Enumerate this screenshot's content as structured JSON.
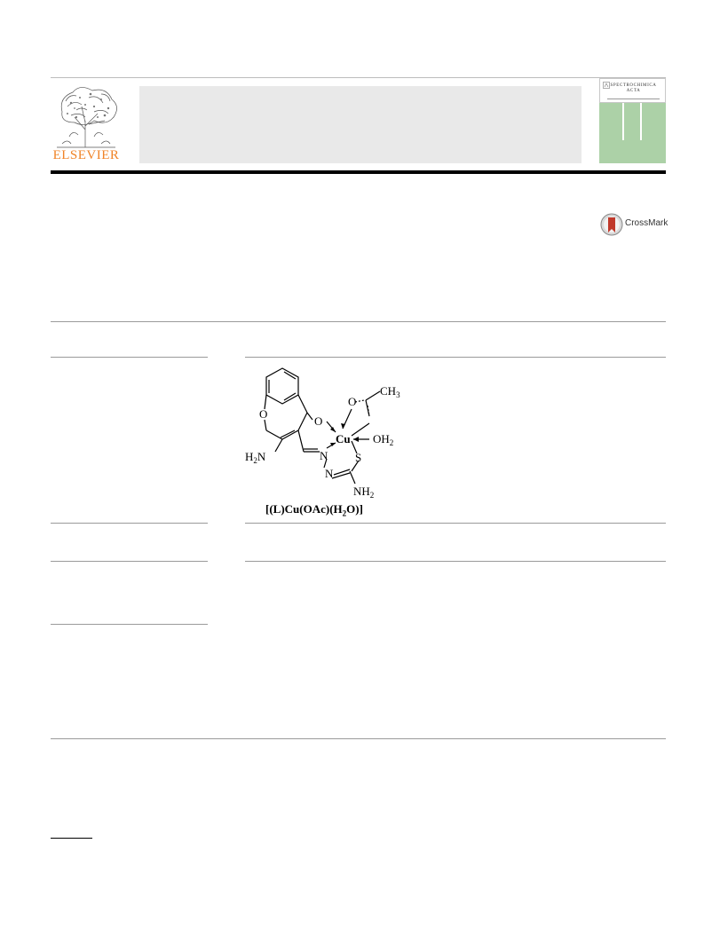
{
  "publisher": {
    "name": "ELSEVIER"
  },
  "journal_cover": {
    "title_line1": "SPECTROCHIMICA",
    "title_line2": "ACTA"
  },
  "crossmark": {
    "label": "CrossMark"
  },
  "graphical_abstract": {
    "atoms": {
      "ring_O": "O",
      "carbonyl_O": "O",
      "acetate_O": "O",
      "methyl": "CH",
      "methyl_sub": "3",
      "metal": "Cu",
      "water": "OH",
      "water_sub": "2",
      "amine_left": "H",
      "amine_left_sub": "2",
      "amine_left_N": "N",
      "imine_N": "N",
      "thiadiazole_S": "S",
      "thiadiazole_N": "N",
      "amine_bottom": "NH",
      "amine_bottom_sub": "2"
    },
    "caption_parts": {
      "p1": "[(L)Cu(OAc)(H",
      "sub": "2",
      "p2": "O)]"
    }
  },
  "colors": {
    "elsevier_orange": "#f08326",
    "header_box_gray": "#e9e9e9",
    "cover_green": "#acd1a7",
    "crossmark_red": "#c0392b"
  }
}
